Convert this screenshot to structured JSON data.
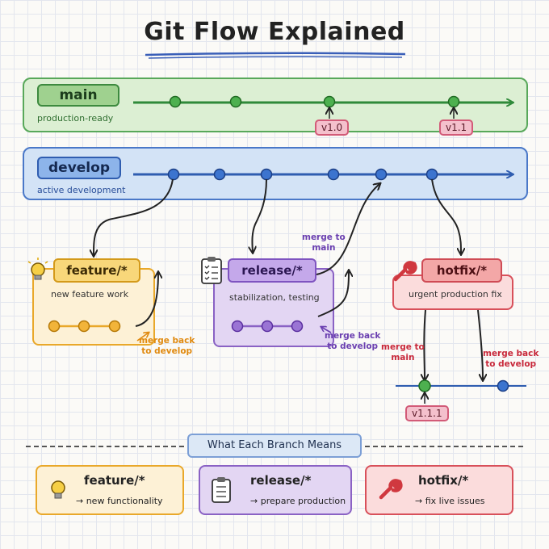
{
  "title": "Git Flow Explained",
  "main": {
    "label": "main",
    "subtitle": "production-ready"
  },
  "develop": {
    "label": "develop",
    "subtitle": "active development"
  },
  "versions": {
    "v1_0": "v1.0",
    "v1_1": "v1.1",
    "v1_1_1": "v1.1.1"
  },
  "feature": {
    "label": "feature/*",
    "description": "new feature work",
    "note": "merge back\nto develop"
  },
  "release": {
    "label": "release/*",
    "description": "stabilization, testing",
    "note_merge_main": "merge to\nmain",
    "note_merge_develop": "merge back\nto develop"
  },
  "hotfix": {
    "label": "hotfix/*",
    "description": "urgent production fix",
    "note_merge_main": "merge to\nmain",
    "note_merge_develop": "merge back\nto develop"
  },
  "legend": {
    "title": "What Each Branch Means",
    "items": [
      {
        "label": "feature/*",
        "description": "→ new functionality",
        "icon": "lightbulb-icon"
      },
      {
        "label": "release/*",
        "description": "→ prepare production",
        "icon": "clipboard-icon"
      },
      {
        "label": "hotfix/*",
        "description": "→ fix live issues",
        "icon": "wrench-icon"
      }
    ]
  },
  "colors": {
    "main": "#58a85a",
    "develop": "#4a78c8",
    "feature": "#e9a82a",
    "release": "#8a62c4",
    "hotfix": "#d8505a",
    "version_tag": "#f4c0cc"
  }
}
